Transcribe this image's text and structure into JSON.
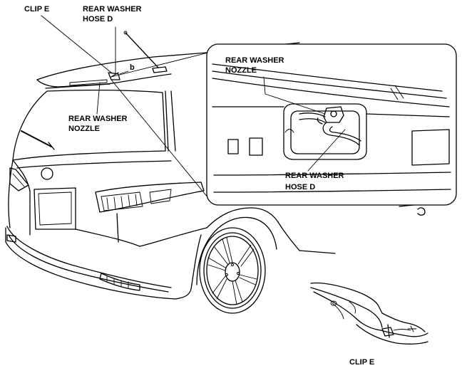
{
  "labels": {
    "clip_e_top": "CLIP E",
    "hose_d_top_line1": "REAR WASHER",
    "hose_d_top_line2": "HOSE D",
    "marker_b": "b",
    "nozzle_left_line1": "REAR WASHER",
    "nozzle_left_line2": "NOZZLE",
    "nozzle_inset_line1": "REAR WASHER",
    "nozzle_inset_line2": "NOZZLE",
    "hose_d_inset_line1": "REAR WASHER",
    "hose_d_inset_line2": "HOSE D",
    "clip_e_bottom": "CLIP E"
  }
}
